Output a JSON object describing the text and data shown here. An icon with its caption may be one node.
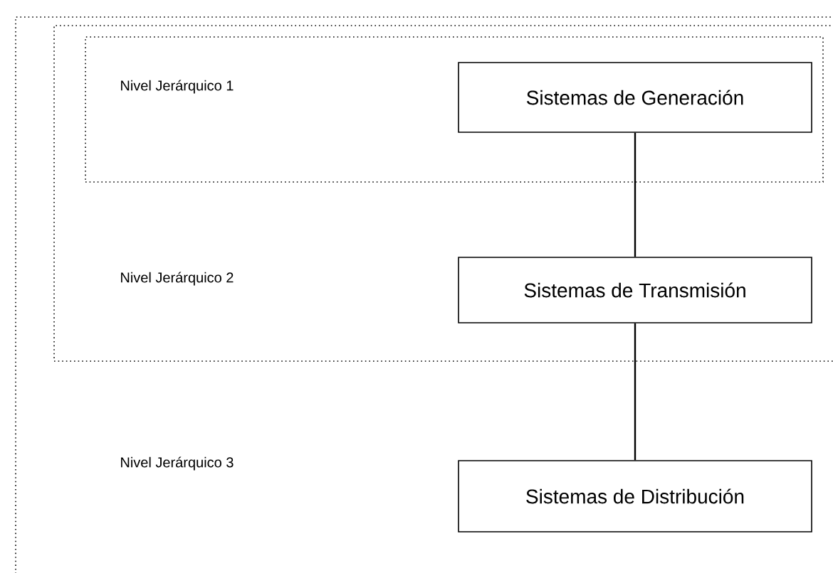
{
  "diagram": {
    "nodes": [
      {
        "text": [
          "Nivel Jerárquico 3"
        ]
      },
      {
        "text": [
          "Nivel Jerárquico 2"
        ],
        "in": 0
      },
      {
        "text": [
          "Nivel Jerárquico 1"
        ],
        "in": 1
      },
      {
        "text": [
          "Sistemas de Generación"
        ],
        "in": 2
      },
      {
        "text": [
          "Sistemas de Transmisión"
        ],
        "in": 1
      },
      {
        "text": [
          "Sistemas de Distribución"
        ],
        "in": 0
      }
    ],
    "edges": [
      {
        "from": 3,
        "to": 4,
        "arrow": "none"
      },
      {
        "from": 4,
        "to": 5,
        "arrow": "none"
      }
    ]
  }
}
